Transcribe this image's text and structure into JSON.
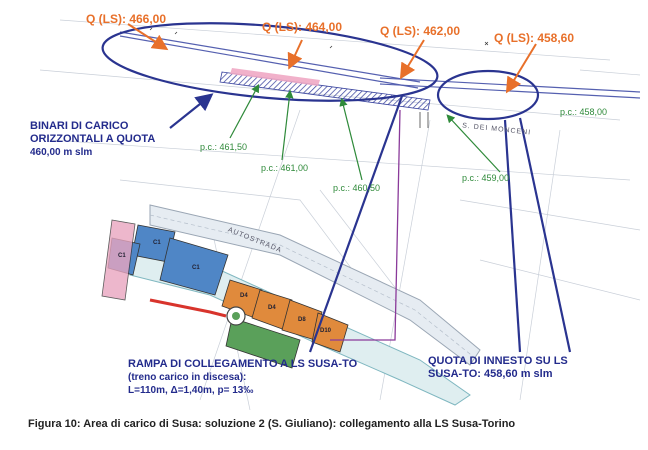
{
  "elevation_labels": {
    "ls_466": "Q (LS): 466,00",
    "ls_464": "Q (LS): 464,00",
    "ls_462": "Q (LS): 462,00",
    "ls_458": "Q (LS): 458,60"
  },
  "pc_labels": {
    "pc_461_50": "p.c.: 461,50",
    "pc_461_00": "p.c.: 461,00",
    "pc_460_50": "p.c.: 460,50",
    "pc_459_00": "p.c.: 459,00",
    "pc_458_00": "p.c.: 458,00"
  },
  "annotations": {
    "binari_line1": "BINARI DI CARICO",
    "binari_line2": "ORIZZONTALI A QUOTA",
    "binari_line3": "460,00 m slm",
    "rampa_line1": "RAMPA DI COLLEGAMENTO A LS SUSA-TO",
    "rampa_line2": "(treno carico in discesa):",
    "rampa_line3": "L=110m, Δ=1,40m, p= 13‰",
    "quota_line1": "QUOTA DI INNESTO SU LS",
    "quota_line2": "SUSA-TO: 458,60 m slm"
  },
  "map_text": {
    "street_name": "S. DEI MONCENI",
    "highway": "AUTOSTRADA",
    "zone_c1a": "C1",
    "zone_c1b": "C1",
    "zone_c1c": "C1",
    "zone_d4": "D4",
    "zone_d4b": "D4",
    "zone_d8": "D8",
    "zone_d10": "D10"
  },
  "caption": "Figura 10: Area di carico di Susa: soluzione 2 (S. Giuliano): collegamento alla LS Susa-Torino",
  "colors": {
    "orange": "#e8702a",
    "green": "#2f8a3a",
    "navy": "#232b8c",
    "rail": "#5560b0",
    "zone_blue": "#4f86c6",
    "zone_orange": "#e08a3c",
    "zone_green": "#5aa05a"
  }
}
